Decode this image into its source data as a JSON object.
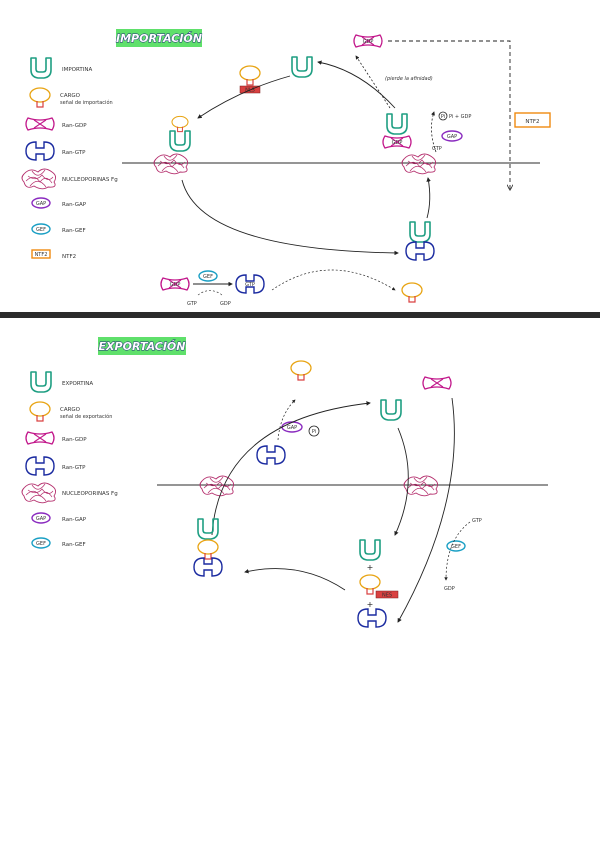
{
  "import_section": {
    "title": "IMPORTACIÓN",
    "legend": [
      {
        "icon": "importin-icon",
        "label": "IMPORTINA"
      },
      {
        "icon": "cargo-icon",
        "label": "CARGO",
        "sublabel": "señal de importación"
      },
      {
        "icon": "ran-gdp-icon",
        "label": "Ran-GDP"
      },
      {
        "icon": "ran-gtp-icon",
        "label": "Ran-GTP"
      },
      {
        "icon": "nuclear-pore-icon",
        "label": "NUCLEOPORINAS Fg"
      },
      {
        "icon": "gap-badge-icon",
        "label": "Ran-GAP"
      },
      {
        "icon": "gef-badge-icon",
        "label": "Ran-GEF"
      },
      {
        "icon": "ntf2-badge-icon",
        "label": "NTF2"
      }
    ],
    "badges": {
      "nls": "NLS",
      "gdp": "GDP",
      "gap": "GAP",
      "gef": "GEF",
      "gtp": "GTP",
      "ntf2": "NTF2"
    },
    "annotations": {
      "pierde_afinidad": "(pierde la afinidad)",
      "pi_gdp": "Pi + GDP",
      "gtp_label": "GTP",
      "pi_symbol": "Pi",
      "gtp_bottom": "GTP",
      "gdp_bottom": "GDP"
    }
  },
  "export_section": {
    "title": "EXPORTACIÓN",
    "legend": [
      {
        "icon": "exportin-icon",
        "label": "EXPORTINA"
      },
      {
        "icon": "cargo-icon",
        "label": "CARGO",
        "sublabel": "señal de exportación"
      },
      {
        "icon": "ran-gdp-icon",
        "label": "Ran-GDP"
      },
      {
        "icon": "ran-gtp-icon",
        "label": "Ran-GTP"
      },
      {
        "icon": "nuclear-pore-icon",
        "label": "NUCLEOPORINAS Fg"
      },
      {
        "icon": "gap-badge-icon",
        "label": "Ran-GAP"
      },
      {
        "icon": "gef-badge-icon",
        "label": "Ran-GEF"
      }
    ],
    "badges": {
      "nes": "NES",
      "gap": "GAP",
      "gef": "GEF"
    },
    "annotations": {
      "pi_symbol": "Pi",
      "gtp_label": "GTP",
      "gdp_label": "GDP"
    }
  },
  "colors": {
    "importin": "#1e9e82",
    "cargo": "#e8a413",
    "ran_gdp": "#c2188b",
    "ran_gtp": "#1a2aa0",
    "pore": "#b5306e",
    "gap": "#8a2bbf",
    "gef": "#1a9fc4",
    "ntf2": "#ef8a10",
    "signal": "#d94040",
    "divider": "#2b2b2b",
    "title_bg": "#5fe06b"
  }
}
